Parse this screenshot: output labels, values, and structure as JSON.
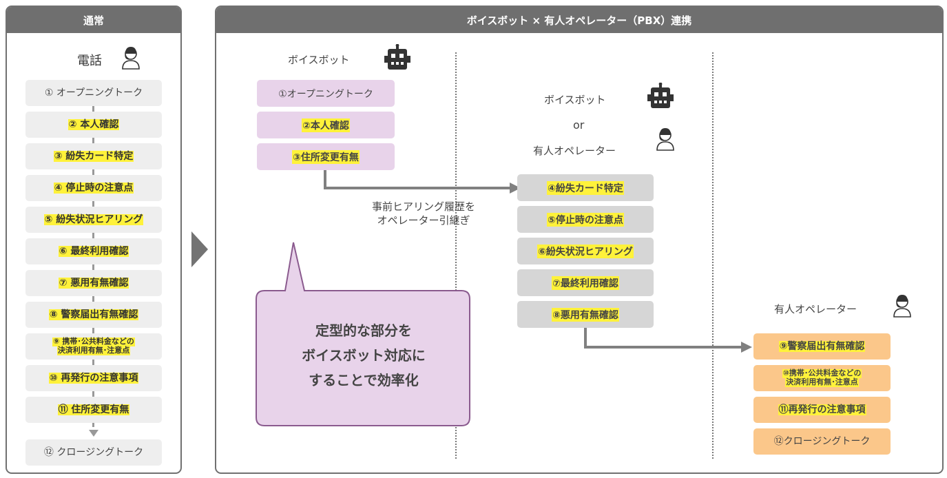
{
  "left_panel": {
    "title": "通常",
    "phone_label": "電話",
    "steps": [
      "① オープニングトーク",
      "② 本人確認",
      "③ 紛失カード特定",
      "④ 停止時の注意点",
      "⑤ 紛失状況ヒアリング",
      "⑥ 最終利用確認",
      "⑦ 悪用有無確認",
      "⑧ 警察届出有無確認",
      "⑨ 携帯･公共料金などの",
      "決済利用有無･注意点",
      "⑩ 再発行の注意事項",
      "⑪ 住所変更有無",
      "⑫ クロージングトーク"
    ]
  },
  "right_panel": {
    "title": "ボイスボット × 有人オペレーター（PBX）連携",
    "col1_label": "ボイスボット",
    "col1_steps": [
      "①オープニングトーク",
      "②本人確認",
      "③住所変更有無"
    ],
    "handoff_note_line1": "事前ヒアリング履歴を",
    "handoff_note_line2": "オペレーター引継ぎ",
    "callout_lines": [
      "定型的な部分を",
      "ボイスボット対応に",
      "することで効率化"
    ],
    "col2_label_a": "ボイスボット",
    "col2_label_or": "or",
    "col2_label_b": "有人オペレーター",
    "col2_steps": [
      "④紛失カード特定",
      "⑤停止時の注意点",
      "⑥紛失状況ヒアリング",
      "⑦最終利用確認",
      "⑧悪用有無確認"
    ],
    "col3_label": "有人オペレーター",
    "col3_steps": [
      "⑨警察届出有無確認",
      "⑩携帯･公共料金などの",
      "決済利用有無･注意点",
      "⑪再発行の注意事項",
      "⑫クロージングトーク"
    ]
  },
  "colors": {
    "header_gray": "#6f6f6f",
    "step_gray": "#eeeeee",
    "highlight_yellow": "#fff23a",
    "voicebot_purple": "#e8d3ea",
    "callout_purple": "#e8d3ea",
    "middle_gray": "#d6d6d6",
    "operator_orange": "#fbc78a",
    "arrow_gray": "#808080"
  },
  "icons": [
    "operator-headset-icon",
    "robot-icon",
    "big-right-chevron-icon",
    "arrow-icon"
  ]
}
